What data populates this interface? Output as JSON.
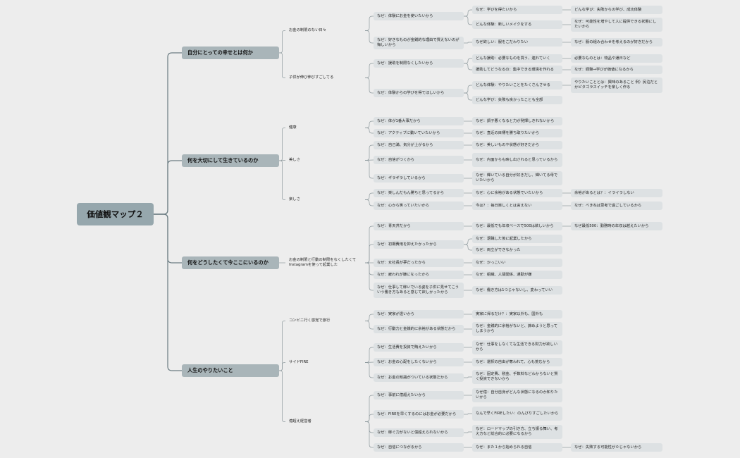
{
  "root": {
    "id": "root",
    "text": "価値観マップ２"
  },
  "branches": [
    {
      "id": "m1",
      "text": "自分にとっての幸せとは何か",
      "children": [
        {
          "id": "m1a",
          "text": "お金の制限のない日々",
          "children": [
            {
              "id": "m1a1",
              "text": "なぜ：体験にお金を使いたいから",
              "children": [
                {
                  "id": "m1a1a",
                  "text": "なぜ：学びを得たいから",
                  "children": [
                    {
                      "id": "m1a1a1",
                      "text": "どんな学び：失敗からの学び、成功体験"
                    }
                  ]
                },
                {
                  "id": "m1a1b",
                  "text": "どんな体験：新しいメイクをする",
                  "children": [
                    {
                      "id": "m1a1b1",
                      "text": "なぜ：可能性を増やして人に提供できる状態にしたいから"
                    }
                  ]
                }
              ]
            },
            {
              "id": "m1a2",
              "text": "なぜ：好きなものが金銭的な理由で買えないのが悔しいから",
              "children": [
                {
                  "id": "m1a2a",
                  "text": "なぜ欲しい：服をこだわりたい",
                  "children": [
                    {
                      "id": "m1a2a1",
                      "text": "なぜ：服の組み合わせを考えるのが好きだから"
                    }
                  ]
                }
              ]
            }
          ]
        },
        {
          "id": "m1b",
          "text": "子供が伸び伸びすごしてる",
          "children": [
            {
              "id": "m1b1",
              "text": "なぜ：援助を制限なくしたいから",
              "children": [
                {
                  "id": "m1b1a",
                  "text": "どんな援助：必要なものを買う、連れていく",
                  "children": [
                    {
                      "id": "m1b1a1",
                      "text": "必要なものとは：物品や通日など"
                    }
                  ]
                },
                {
                  "id": "m1b1b",
                  "text": "援助してどうなるの：集中できる環境を作れる",
                  "children": [
                    {
                      "id": "m1b1b1",
                      "text": "なぜ：経験→学びが価値になるから"
                    }
                  ]
                }
              ]
            },
            {
              "id": "m1b2",
              "text": "なぜ：体験からの学びを得てほしいから",
              "children": [
                {
                  "id": "m1b2a",
                  "text": "どんな体験：やりたいことをたくさんさせる",
                  "children": [
                    {
                      "id": "m1b2a1",
                      "text": "やりたいこととは：興味のあること 例）民泊だとかピタゴラスイッチを楽しく作る"
                    }
                  ]
                },
                {
                  "id": "m1b2b",
                  "text": "どんな学び：失敗も良かったことも全部"
                }
              ]
            }
          ]
        }
      ]
    },
    {
      "id": "m2",
      "text": "何を大切にして生きているのか",
      "children": [
        {
          "id": "m2a",
          "text": "健康",
          "children": [
            {
              "id": "m2a1",
              "text": "なぜ：体が1番大事だから",
              "children": [
                {
                  "id": "m2a1a",
                  "text": "なぜ：調子悪くなると力が発揮しきれないから"
                }
              ]
            },
            {
              "id": "m2a2",
              "text": "なぜ：アクティブに動いていたいから",
              "children": [
                {
                  "id": "m2a2a",
                  "text": "なぜ：直近の目標を勝ち取りたいから"
                }
              ]
            }
          ]
        },
        {
          "id": "m2b",
          "text": "美しさ",
          "children": [
            {
              "id": "m2b1",
              "text": "なぜ：自己満、気分が上がるから",
              "children": [
                {
                  "id": "m2b1a",
                  "text": "なぜ：美しいものや状態が好きだから"
                }
              ]
            },
            {
              "id": "m2b2",
              "text": "なぜ：自信がつくから",
              "children": [
                {
                  "id": "m2b2a",
                  "text": "なぜ：内面からも映し出されると思っているから"
                }
              ]
            },
            {
              "id": "m2b3",
              "text": "なぜ：ギラギラしているから",
              "children": [
                {
                  "id": "m2b3a",
                  "text": "なぜ：輝いている自分が好きだし、輝いてる母でいたいから"
                }
              ]
            }
          ]
        },
        {
          "id": "m2c",
          "text": "楽しさ",
          "children": [
            {
              "id": "m2c1",
              "text": "なぜ：楽しんだもん勝ちと思ってるから",
              "children": [
                {
                  "id": "m2c1a",
                  "text": "なぜ：心に余裕がある状態でいたいから",
                  "children": [
                    {
                      "id": "m2c1a1",
                      "text": "余裕があるとは？：イライラしない"
                    }
                  ]
                }
              ]
            },
            {
              "id": "m2c2",
              "text": "なぜ：心から笑っていたいから",
              "children": [
                {
                  "id": "m2c2a",
                  "text": "今は？：毎日楽しくとは言えない",
                  "children": [
                    {
                      "id": "m2c2a1",
                      "text": "なぜ：べきねば思考で過ごしているから"
                    }
                  ]
                }
              ]
            }
          ]
        }
      ]
    },
    {
      "id": "m3",
      "text": "何をどうしたくて今ここにいるのか",
      "children": [
        {
          "id": "m3a",
          "text": "お金の制限と行動の制限をなくしたくてInstagramを使って起業した",
          "children": [
            {
              "id": "m3a1",
              "text": "なぜ：青天井だから",
              "children": [
                {
                  "id": "m3a1a",
                  "text": "なぜ：最低でも年収ベースで500は欲しいから",
                  "children": [
                    {
                      "id": "m3a1a1",
                      "text": "なぜ最低500：勤務時の年収は越えたいから"
                    }
                  ]
                }
              ]
            },
            {
              "id": "m3a2",
              "text": "なぜ：初期費用を抑えたかったから",
              "children": [
                {
                  "id": "m3a2a",
                  "text": "なぜ：退職した後に起業したから"
                },
                {
                  "id": "m3a2b",
                  "text": "なぜ：両立ができなかった"
                }
              ]
            },
            {
              "id": "m3a3",
              "text": "なぜ：女社長が夢だったから",
              "children": [
                {
                  "id": "m3a3a",
                  "text": "なぜ：かっこいい"
                }
              ]
            },
            {
              "id": "m3a4",
              "text": "なぜ：雇われが嫌になったから",
              "children": [
                {
                  "id": "m3a4a",
                  "text": "なぜ：組織、人間関係、通勤が嫌"
                }
              ]
            },
            {
              "id": "m3a5",
              "text": "なぜ：仕事して稼いでいる姿を子供に見せてこういう働き方もあると感じて欲しかったから",
              "children": [
                {
                  "id": "m3a5a",
                  "text": "なぜ：働き方は1つじゃないし、変わっていい"
                }
              ]
            }
          ]
        }
      ]
    },
    {
      "id": "m4",
      "text": "人生のやりたいこと",
      "children": [
        {
          "id": "m4a",
          "text": "コンビニ行く感覚で旅行",
          "children": [
            {
              "id": "m4a1",
              "text": "なぜ：実家が遠いから",
              "children": [
                {
                  "id": "m4a1a",
                  "text": "実家に帰るだけ？：実家以外も、国外も"
                }
              ]
            },
            {
              "id": "m4a2",
              "text": "なぜ：行動力と金銭的に余裕がある状態だから",
              "children": [
                {
                  "id": "m4a2a",
                  "text": "なぜ：金銭的に余裕がないと、諦めようと思ってしまうから"
                }
              ]
            }
          ]
        },
        {
          "id": "m4b",
          "text": "サイドFIRE",
          "children": [
            {
              "id": "m4b1",
              "text": "なぜ：生活費を投資で賄えたいから",
              "children": [
                {
                  "id": "m4b1a",
                  "text": "なぜ：仕事をしなくても生活できる財力が欲しいから"
                }
              ]
            },
            {
              "id": "m4b2",
              "text": "なぜ：お金の心配をしたくないから",
              "children": [
                {
                  "id": "m4b2a",
                  "text": "なぜ：選択の自由が奪われて、心も荒むから"
                }
              ]
            },
            {
              "id": "m4b3",
              "text": "なぜ：お金の知識がついている状態だから",
              "children": [
                {
                  "id": "m4b3a",
                  "text": "なぜ：固定費、税金、手数料などわからないと賢く投資できないから"
                }
              ]
            }
          ]
        },
        {
          "id": "m4c",
          "text": "億超え経営者",
          "children": [
            {
              "id": "m4c1",
              "text": "なぜ：事前に億超えたいから",
              "children": [
                {
                  "id": "m4c1a",
                  "text": "なぜ億：自分自身がどんな状態になるのか知りたいから"
                }
              ]
            },
            {
              "id": "m4c2",
              "text": "なぜ：FIREを早くするのにはお金が必要だから",
              "children": [
                {
                  "id": "m4c2a",
                  "text": "なんで早くFIREしたい：のんびりすごしたいから"
                }
              ]
            },
            {
              "id": "m4c3",
              "text": "なぜ：稼ぐ力がないと億超えられないから",
              "children": [
                {
                  "id": "m4c3a",
                  "text": "なぜ：ロードマップの引き方、立ち振る舞い、考え方など総合的に必要になるから"
                }
              ]
            },
            {
              "id": "m4c4",
              "text": "なぜ：自信につながるから",
              "children": [
                {
                  "id": "m4c4a",
                  "text": "なぜ：また１から始められる自信",
                  "children": [
                    {
                      "id": "m4c4a1",
                      "text": "なぜ：失敗する可能性が０じゃないから"
                    }
                  ]
                }
              ]
            }
          ]
        }
      ]
    }
  ]
}
